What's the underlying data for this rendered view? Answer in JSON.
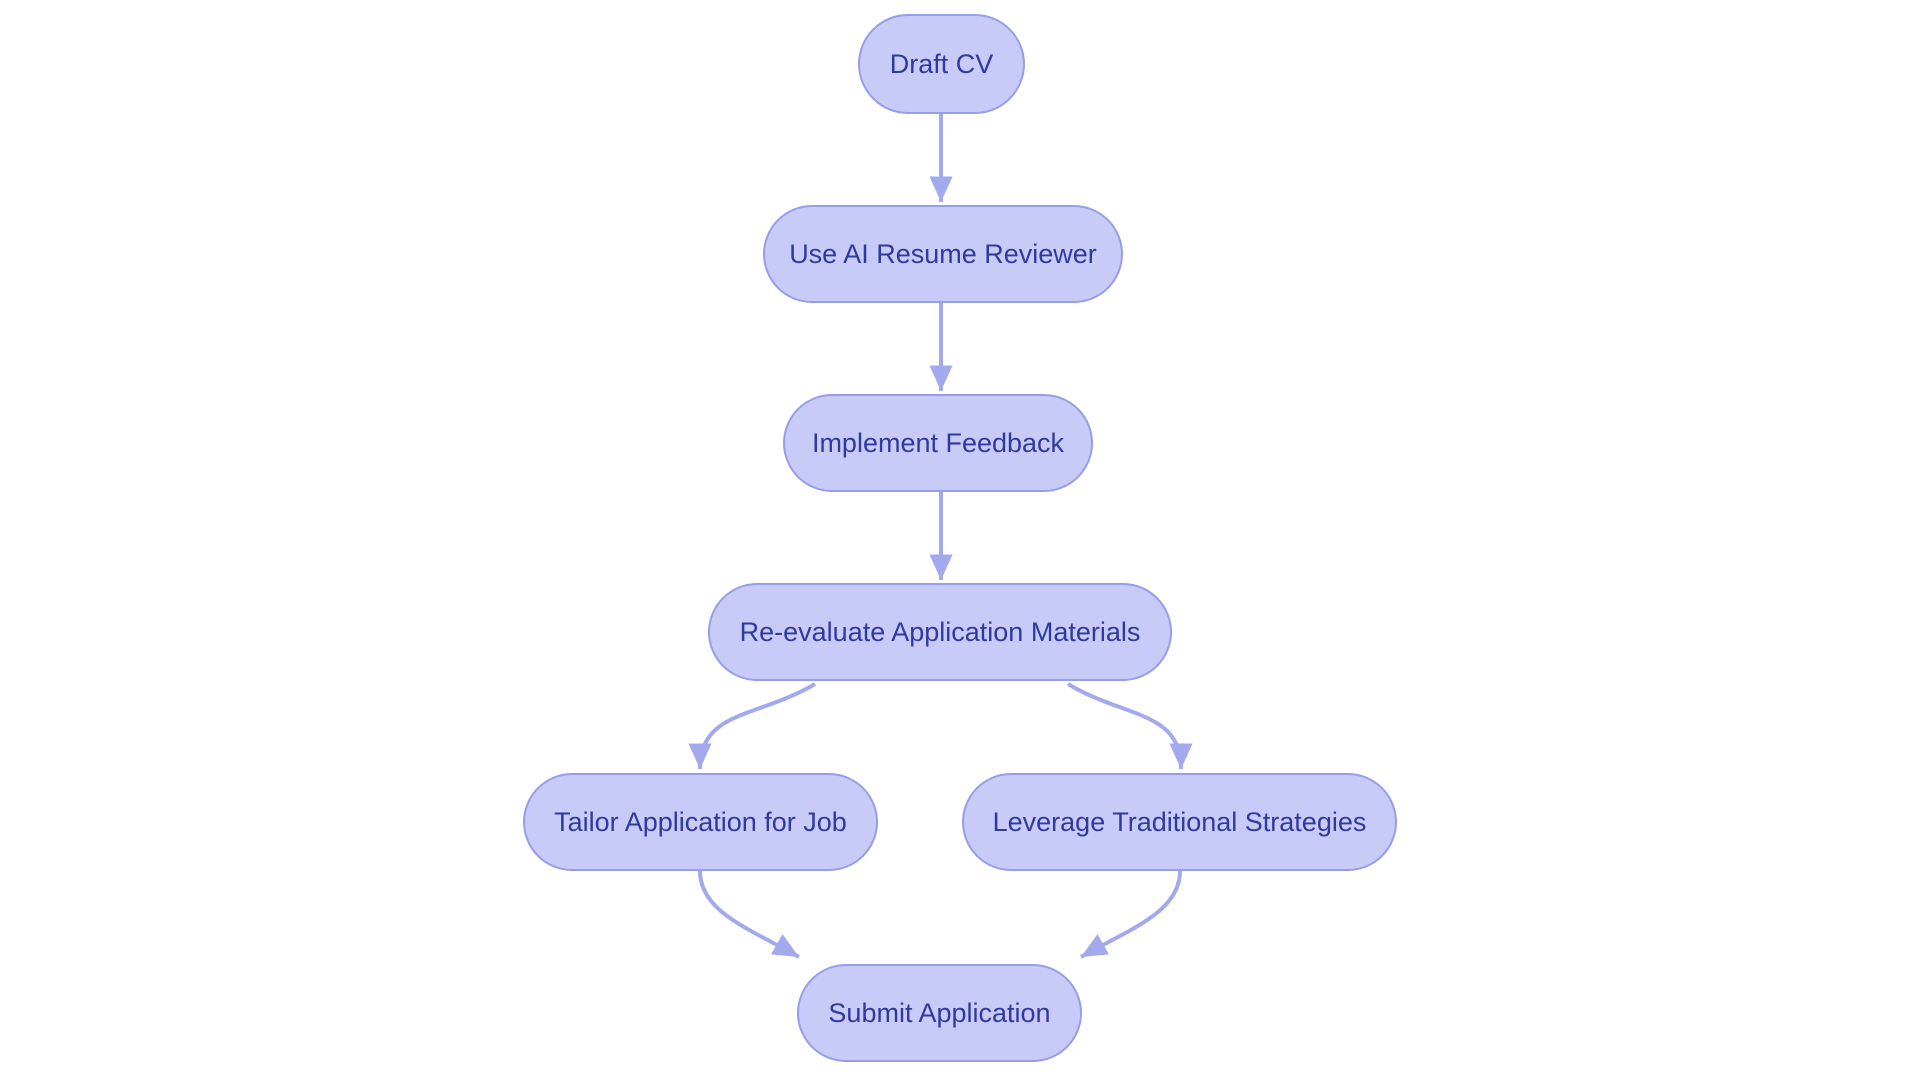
{
  "diagram": {
    "type": "flowchart",
    "direction": "top-down",
    "background": "#ffffff",
    "colors": {
      "node_fill": "#c8cbf8",
      "node_border": "#969de9",
      "node_text": "#3039a0",
      "edge_color": "#a3a9ed"
    },
    "nodes": [
      {
        "id": "draft-cv",
        "label": "Draft CV"
      },
      {
        "id": "use-ai-resume-reviewer",
        "label": "Use AI Resume Reviewer"
      },
      {
        "id": "implement-feedback",
        "label": "Implement Feedback"
      },
      {
        "id": "re-evaluate-application-materials",
        "label": "Re-evaluate Application Materials"
      },
      {
        "id": "tailor-application-for-job",
        "label": "Tailor Application for Job"
      },
      {
        "id": "leverage-traditional-strategies",
        "label": "Leverage Traditional Strategies"
      },
      {
        "id": "submit-application",
        "label": "Submit Application"
      }
    ],
    "edges": [
      {
        "from": "draft-cv",
        "to": "use-ai-resume-reviewer"
      },
      {
        "from": "use-ai-resume-reviewer",
        "to": "implement-feedback"
      },
      {
        "from": "implement-feedback",
        "to": "re-evaluate-application-materials"
      },
      {
        "from": "re-evaluate-application-materials",
        "to": "tailor-application-for-job"
      },
      {
        "from": "re-evaluate-application-materials",
        "to": "leverage-traditional-strategies"
      },
      {
        "from": "tailor-application-for-job",
        "to": "submit-application"
      },
      {
        "from": "leverage-traditional-strategies",
        "to": "submit-application"
      }
    ]
  }
}
